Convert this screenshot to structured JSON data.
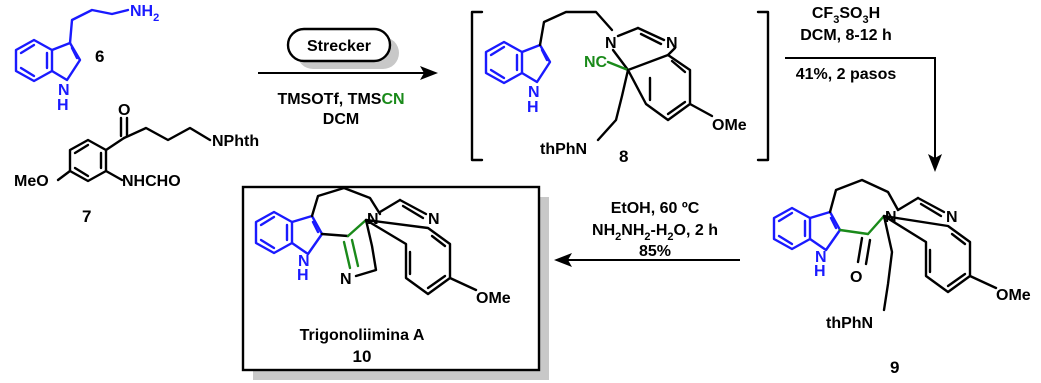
{
  "compounds": {
    "c6": {
      "number": "6",
      "nh2": "NH",
      "nh2_sub": "2",
      "nh": "N",
      "h": "H"
    },
    "c7": {
      "number": "7",
      "o": "O",
      "nphth": "NPhth",
      "meo": "MeO",
      "nhcho": "NHCHO"
    },
    "c8": {
      "number": "8",
      "nc": "NC",
      "n1": "N",
      "n2": "N",
      "nh": "N",
      "h": "H",
      "thphn": "thPhN",
      "ome": "OMe"
    },
    "c9": {
      "number": "9",
      "n1": "N",
      "n2": "N",
      "nh": "N",
      "h": "H",
      "o": "O",
      "thphn": "thPhN",
      "ome": "OMe"
    },
    "c10": {
      "number": "10",
      "name": "Trigonoliimina A",
      "n1": "N",
      "n2": "N",
      "nh": "N",
      "h": "H",
      "n3": "N",
      "ome": "OMe"
    }
  },
  "steps": {
    "step1": {
      "badge": "Strecker",
      "line1_a": "TMSOTf, TMS",
      "line1_b": "CN",
      "line2": "DCM"
    },
    "step2": {
      "line1_a": "CF",
      "line1_s1": "3",
      "line1_b": "SO",
      "line1_s2": "3",
      "line1_c": "H",
      "line2": "DCM, 8-12 h",
      "line3": "41%, 2 pasos"
    },
    "step3": {
      "line1": "EtOH, 60 ºC",
      "line2_a": "NH",
      "line2_s1": "2",
      "line2_b": "NH",
      "line2_s2": "2",
      "line2_c": "-H",
      "line2_s3": "2",
      "line2_d": "O, 2 h",
      "line3": "85%"
    }
  },
  "colors": {
    "indole": "#1a1aff",
    "new_bond": "#1a8a1a",
    "ink": "#000000",
    "shadow": "#c8c8c8"
  }
}
